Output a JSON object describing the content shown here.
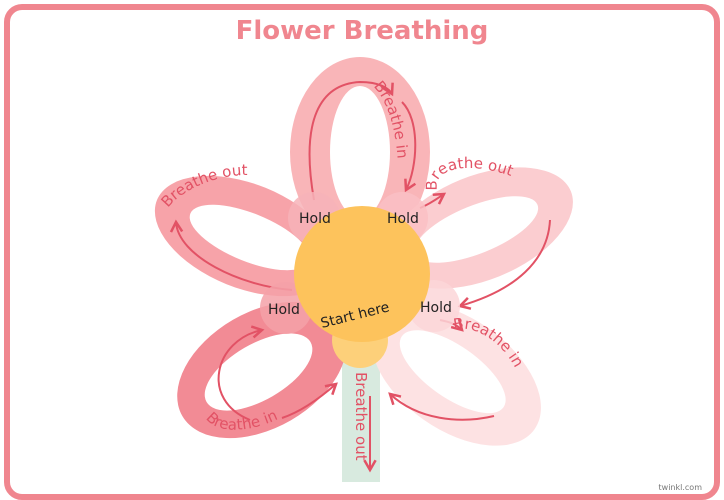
{
  "title": "Flower Breathing",
  "labels": {
    "top_petal": "Breathe in",
    "upper_left_petal": "Breathe out",
    "upper_right_petal": "Breathe out",
    "lower_left_petal": "Breathe in",
    "lower_right_petal": "Breathe in",
    "stem": "Breathe out",
    "hold": "Hold",
    "center": "Start here"
  },
  "brand": "twinkl.com",
  "colors": {
    "frame": "#f0868f",
    "title": "#f0868f",
    "petal_top": "#f9b5b8",
    "petal_upper_left": "#f7a3a9",
    "petal_upper_right": "#fbcdd0",
    "petal_lower_left": "#f28b95",
    "petal_lower_right": "#fde2e3",
    "center": "#fdc35c",
    "center_bottom": "#fdd07a",
    "stem": "#d8eadf",
    "arrow": "#e25265"
  }
}
